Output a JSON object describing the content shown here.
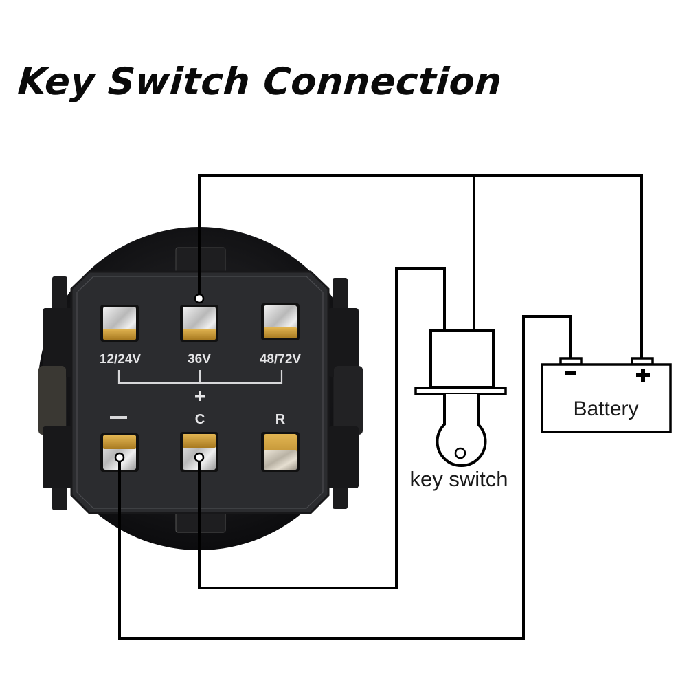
{
  "title": "Key Switch Connection",
  "meter": {
    "top_terminals": [
      {
        "label": "12/24V"
      },
      {
        "label": "36V"
      },
      {
        "label": "48/72V"
      }
    ],
    "plus_symbol": "+",
    "bottom_terminals": [
      {
        "label": "—"
      },
      {
        "label": "C"
      },
      {
        "label": "R"
      }
    ]
  },
  "key_switch": {
    "label": "key switch"
  },
  "battery": {
    "label": "Battery",
    "neg_symbol": "−",
    "pos_symbol": "+"
  },
  "colors": {
    "wire": "#000000",
    "meter_body": "#2a2b2e",
    "meter_bezel": "#111113",
    "terminal_gold": "#c8992e",
    "terminal_silver": "#d9d9d9",
    "meter_print": "#e6e6e8"
  },
  "connections": [
    {
      "from": "36V",
      "to": "battery +",
      "via": "key switch top lead"
    },
    {
      "from": "C",
      "to": "key switch"
    },
    {
      "from": "—",
      "to": "battery −"
    }
  ]
}
